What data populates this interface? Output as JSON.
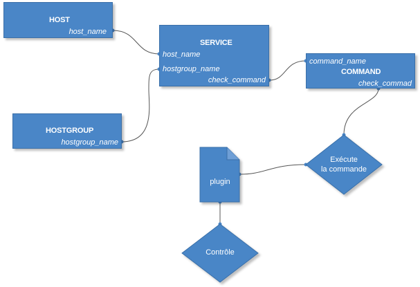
{
  "host": {
    "title": "HOST",
    "field": "host_name"
  },
  "service": {
    "title": "SERVICE",
    "fields": [
      "host_name",
      "hostgroup_name",
      "check_command"
    ]
  },
  "command": {
    "title": "COMMAND",
    "fields": [
      "command_name",
      "check_commad"
    ]
  },
  "hostgroup": {
    "title": "HOSTGROUP",
    "field": "hostgroup_name"
  },
  "plugin": {
    "label": "plugin"
  },
  "execute": {
    "line1": "Exécute",
    "line2": "la commande"
  },
  "control": {
    "label": "Contrôle"
  },
  "colors": {
    "box_fill": "#4a86c7",
    "box_border": "#3a6fa8",
    "connector": "#555555"
  }
}
